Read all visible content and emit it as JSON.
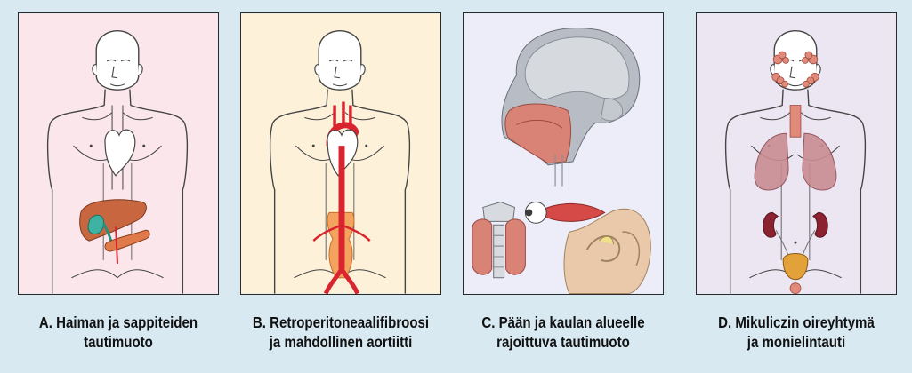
{
  "panels": [
    {
      "id": "a",
      "bg": "#fbe6ec",
      "caption": [
        "A. Haiman ja sappiteiden",
        "tautimuoto"
      ]
    },
    {
      "id": "b",
      "bg": "#fdf1d9",
      "caption": [
        "B. Retroperitoneaalifibroosi",
        "ja mahdollinen aortiitti"
      ]
    },
    {
      "id": "c",
      "bg": "#ecedf8",
      "caption": [
        "C. Pään ja kaulan alueelle",
        "rajoittuva tautimuoto"
      ]
    },
    {
      "id": "d",
      "bg": "#ece6f3",
      "caption": [
        "D. Mikuliczin oireyhtymä",
        "ja monielintauti"
      ]
    }
  ],
  "colors": {
    "outline": "#444444",
    "artery": "#d9232e",
    "organ_liver": "#c8673f",
    "organ_gallbladder": "#3fb3a3",
    "fibrosis": "#f3a35e",
    "lung": "#c98c92",
    "kidney": "#8c2130"
  }
}
